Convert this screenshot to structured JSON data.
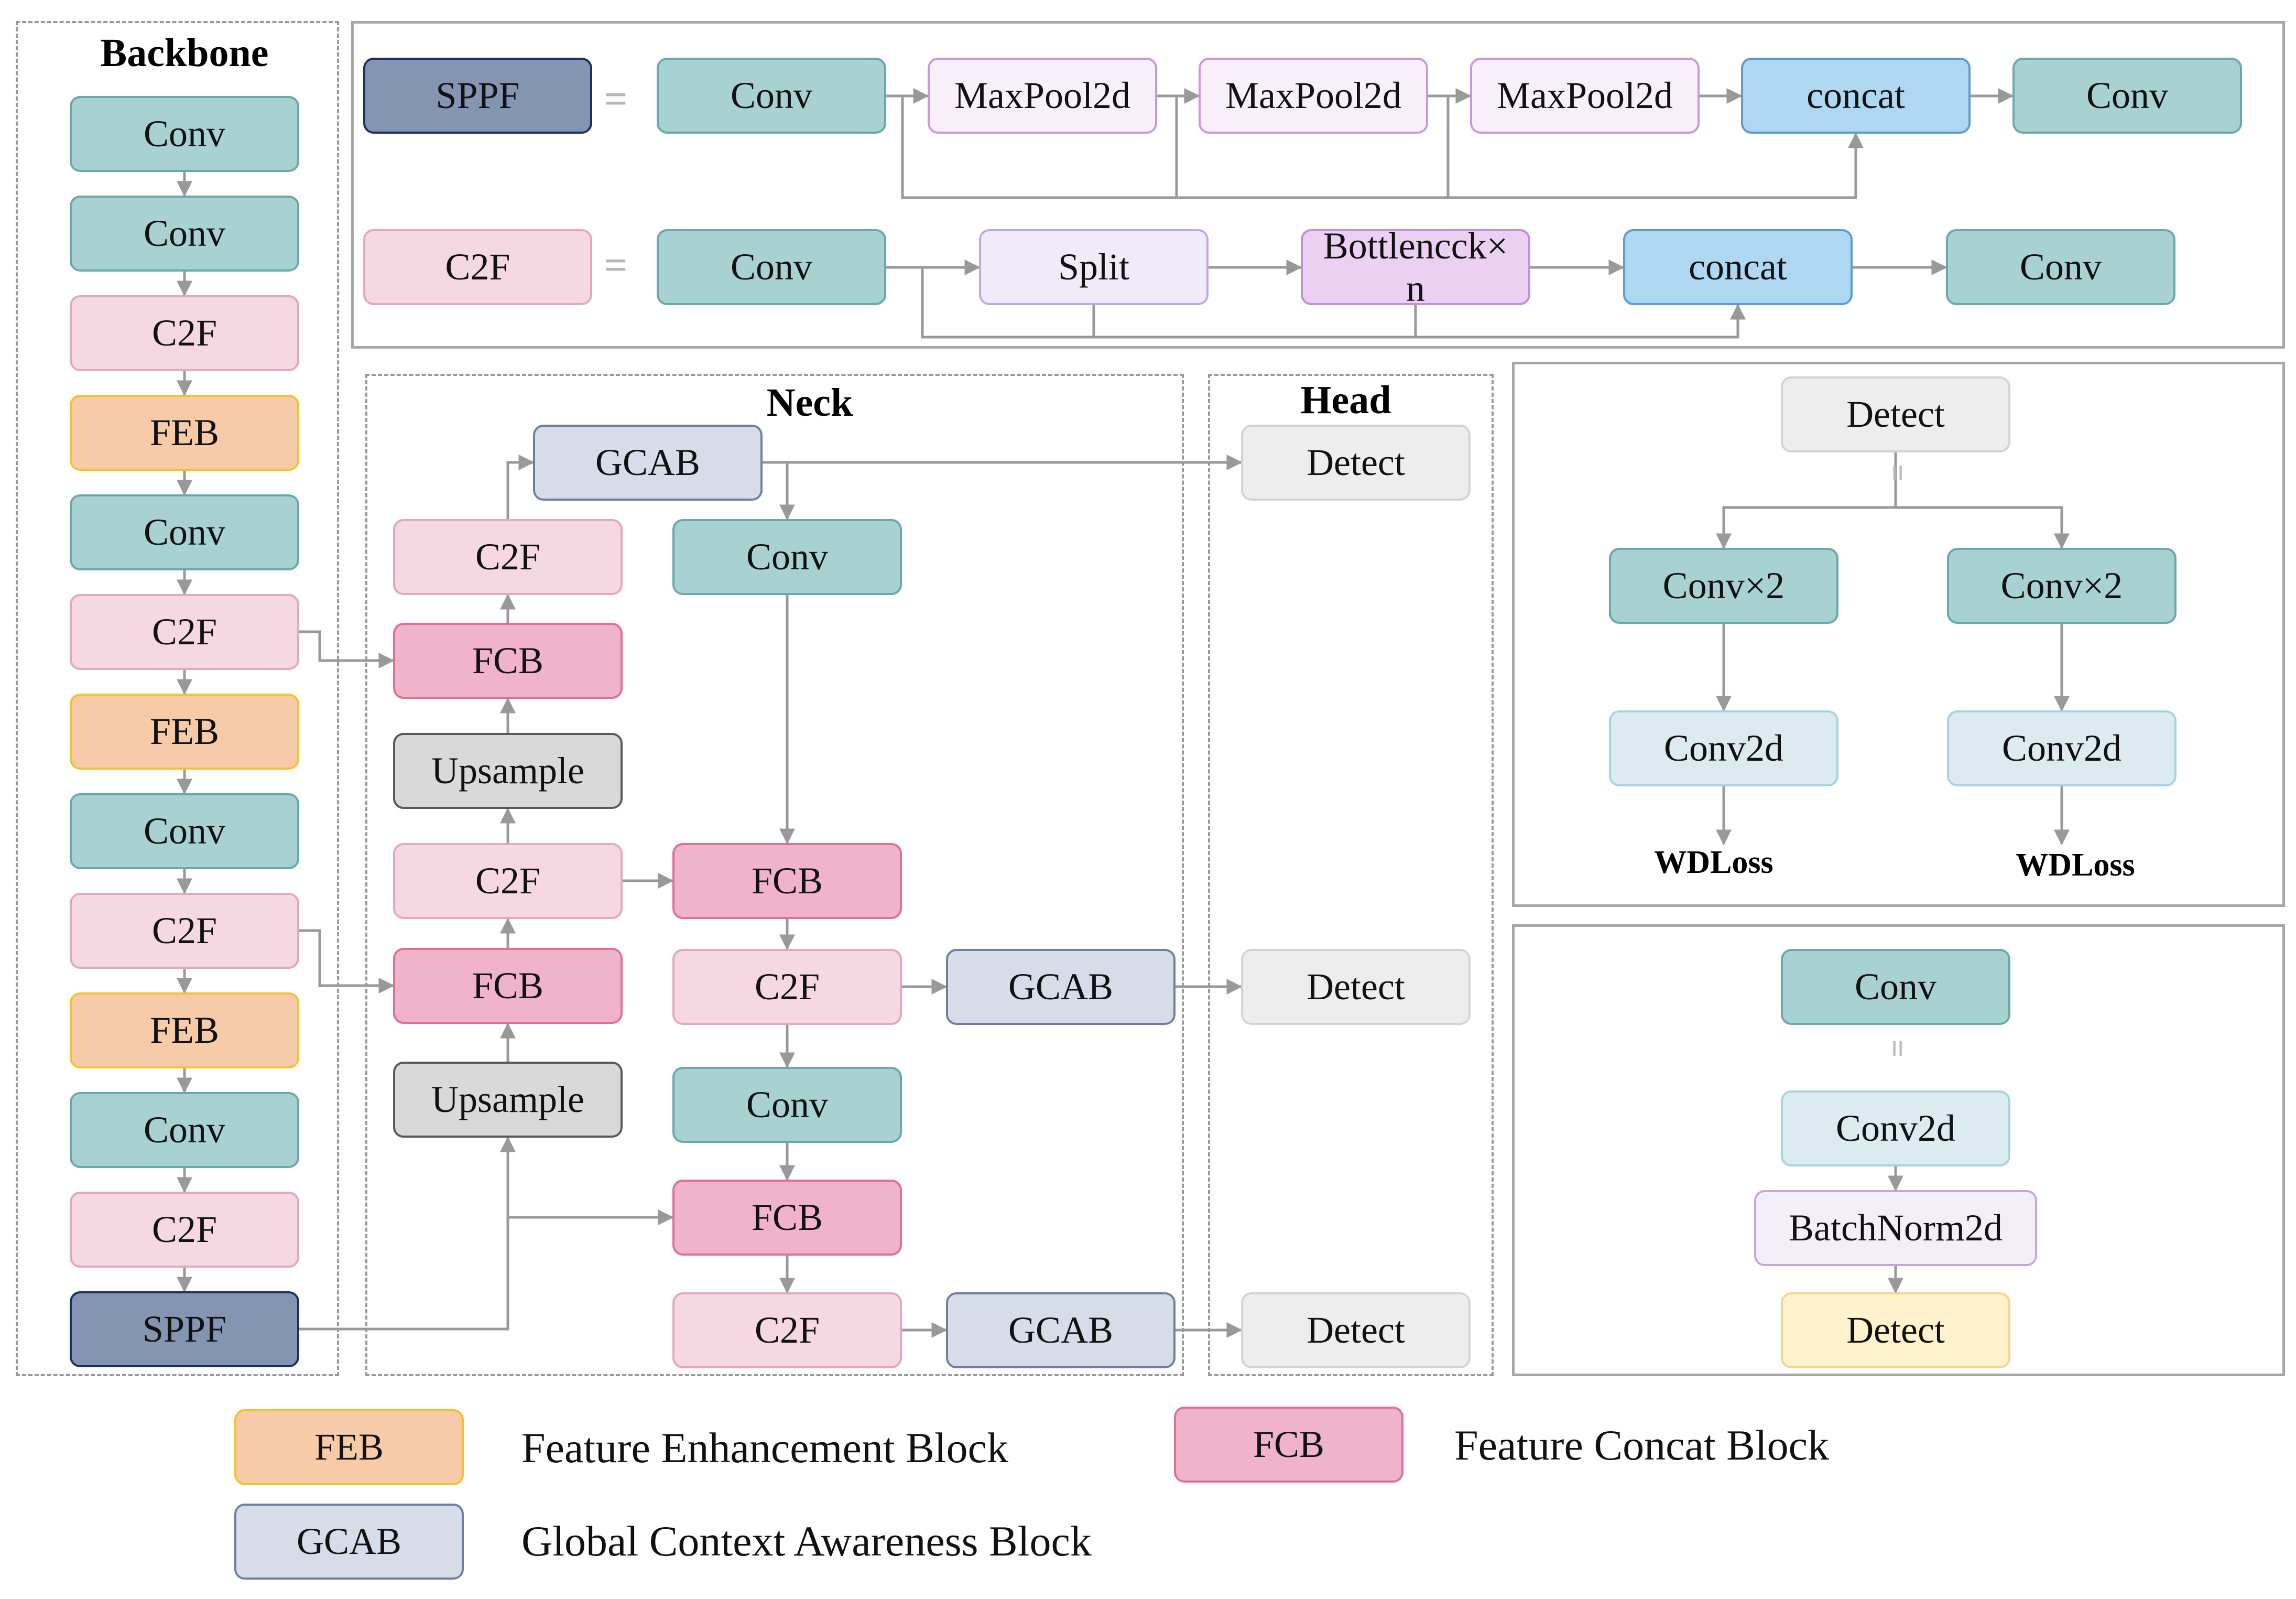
{
  "sections": {
    "backbone": "Backbone",
    "neck": "Neck",
    "head": "Head"
  },
  "backbone_blocks": [
    "Conv",
    "Conv",
    "C2F",
    "FEB",
    "Conv",
    "C2F",
    "FEB",
    "Conv",
    "C2F",
    "FEB",
    "Conv",
    "C2F",
    "SPPF"
  ],
  "sppf_def": {
    "name": "SPPF",
    "equals": "=",
    "steps": [
      "Conv",
      "MaxPool2d",
      "MaxPool2d",
      "MaxPool2d",
      "concat",
      "Conv"
    ]
  },
  "c2f_def": {
    "name": "C2F",
    "equals": "=",
    "steps": [
      "Conv",
      "Split",
      "Bottlencck×\nn",
      "concat",
      "Conv"
    ]
  },
  "neck": {
    "left_column": [
      "C2F",
      "FCB",
      "Upsample",
      "C2F",
      "FCB",
      "Upsample"
    ],
    "gcab_top": "GCAB",
    "right_column": [
      "Conv",
      "FCB",
      "C2F",
      "Conv",
      "FCB",
      "C2F"
    ],
    "gcab_mid": "GCAB",
    "gcab_bottom": "GCAB"
  },
  "head": {
    "outputs": [
      "Detect",
      "Detect",
      "Detect"
    ]
  },
  "detect_def": {
    "title": "Detect",
    "equals": "=",
    "branches": [
      {
        "conv": "Conv×2",
        "conv2d": "Conv2d",
        "loss": "WDLoss"
      },
      {
        "conv": "Conv×2",
        "conv2d": "Conv2d",
        "loss": "WDLoss"
      }
    ]
  },
  "conv_def": {
    "title": "Conv",
    "equals": "=",
    "steps": [
      "Conv2d",
      "BatchNorm2d",
      "Detect"
    ]
  },
  "legend": [
    {
      "code": "FEB",
      "text": "Feature Enhancement Block"
    },
    {
      "code": "FCB",
      "text": "Feature Concat Block"
    },
    {
      "code": "GCAB",
      "text": "Global Context Awareness Block"
    }
  ],
  "colors": {
    "conv": "#a8d1d1",
    "c2f": "#f5d8e1",
    "feb": "#f8cba8",
    "sppf": "#8395b0",
    "fcb": "#f0b3ca",
    "gcab": "#d7dde8",
    "concat": "#aed7f2",
    "upsample": "#d9d9d9",
    "detect": "#ededed",
    "arrow": "#999999"
  }
}
